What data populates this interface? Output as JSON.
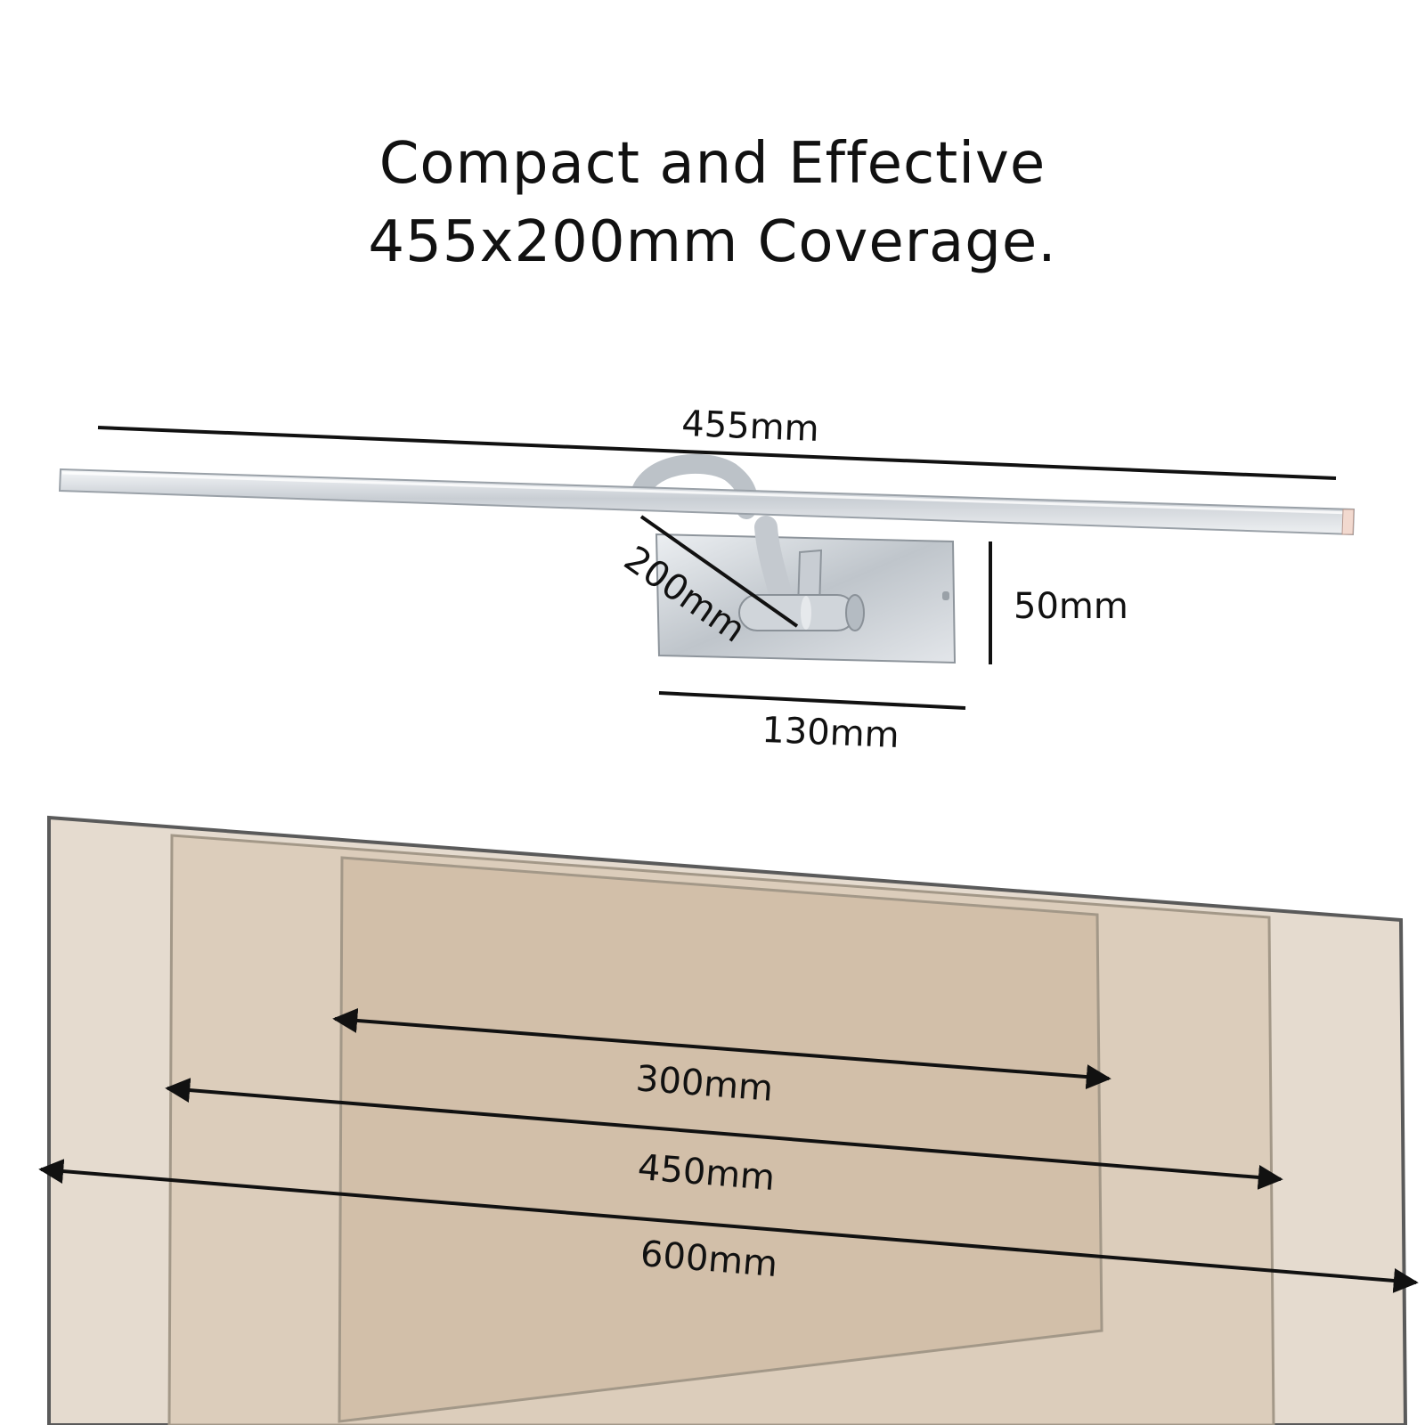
{
  "headline": {
    "line1": "Compact and Effective",
    "line2": "455x200mm Coverage."
  },
  "lamp_dimensions": {
    "length": "455mm",
    "projection": "200mm",
    "base_height": "50mm",
    "base_width": "130mm"
  },
  "coverage_dimensions": {
    "inner": "300mm",
    "middle": "450mm",
    "outer": "600mm"
  },
  "colors": {
    "outer_panel": "#e5dbcf",
    "middle_panel": "#dccdbb",
    "inner_panel": "#d2bfa9",
    "chrome": "#d7dbe0",
    "dimension_line": "#111111"
  }
}
